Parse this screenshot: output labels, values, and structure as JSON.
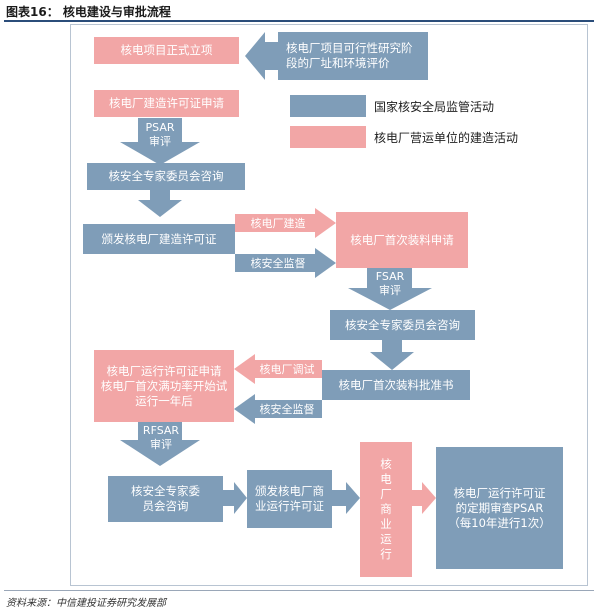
{
  "header": {
    "title": "图表16：  核电建设与审批流程"
  },
  "footer": {
    "source": "资料来源：中信建投证券研究发展部"
  },
  "legend": {
    "blue_label": "国家核安全局监管活动",
    "pink_label": "核电厂营运单位的建造活动",
    "blue_color": "#7f9db8",
    "pink_color": "#f2a6a6"
  },
  "flow": {
    "feasibility": "核电厂项目可行性研究阶段的厂址和环境评价",
    "project_start": "核电项目正式立项",
    "construction_apply": "核电厂建造许可证申请",
    "psar_review": "PSAR\n审评",
    "committee_1": "核安全专家委员会咨询",
    "construction_permit": "颁发核电厂建造许可证",
    "npp_construction": "核电厂建造",
    "safety_supervision_1": "核安全监督",
    "first_loading_apply": "核电厂首次装料申请",
    "fsar_review": "FSAR\n审评",
    "committee_2": "核安全专家委员会咨询",
    "first_loading_approval": "核电厂首次装料批准书",
    "npp_commissioning": "核电厂调试",
    "safety_supervision_2": "核安全监督",
    "operation_apply": "核电厂运行许可证申请\n核电厂首次满功率开始试运行一年后",
    "rfsar_review": "RFSAR\n审评",
    "committee_3": "核安全专家委员会咨询",
    "commercial_permit": "颁发核电厂商业运行许可证",
    "commercial_operation": "核电厂商业运行",
    "periodic_review": "核电厂运行许可证的定期审查PSAR（每10年进行1次）"
  }
}
